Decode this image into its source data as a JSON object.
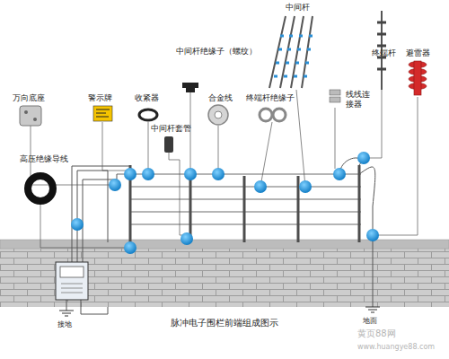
{
  "diagram": {
    "caption": "脉冲电子围栏前端组成图示",
    "labels": [
      "中间杆",
      "中间杆绝缘子（螺纹）",
      "终端杆",
      "避雷器",
      "万向底座",
      "警示牌",
      "收紧器",
      "合金线",
      "终端杆绝缘子",
      "线线连接器",
      "中间杆套管",
      "高压绝缘导线",
      "接地",
      "地面",
      "黄页88网",
      "www.huangye88.com"
    ]
  }
}
